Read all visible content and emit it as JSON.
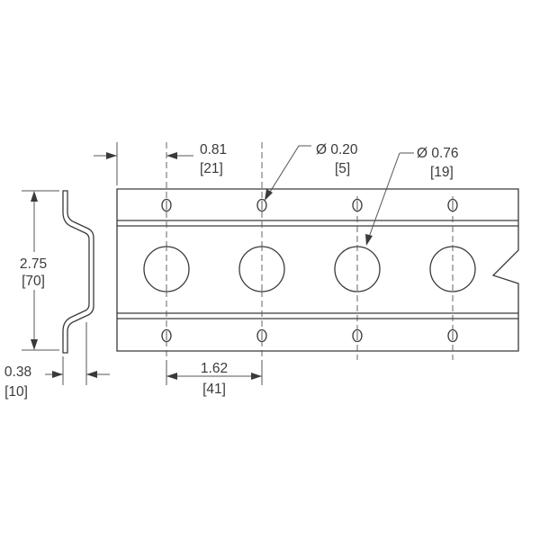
{
  "dimensions": {
    "edge_to_hole": {
      "inch": "0.81",
      "mm": "[21]"
    },
    "small_hole_dia": {
      "inch": "Ø 0.20",
      "mm": "[5]"
    },
    "large_hole_dia": {
      "inch": "Ø 0.76",
      "mm": "[19]"
    },
    "height": {
      "inch": "2.75",
      "mm": "[70]"
    },
    "thickness": {
      "inch": "0.38",
      "mm": "[10]"
    },
    "hole_pitch": {
      "inch": "1.62",
      "mm": "[41]"
    }
  },
  "colors": {
    "line": "#3a3a3a",
    "background": "#ffffff"
  }
}
